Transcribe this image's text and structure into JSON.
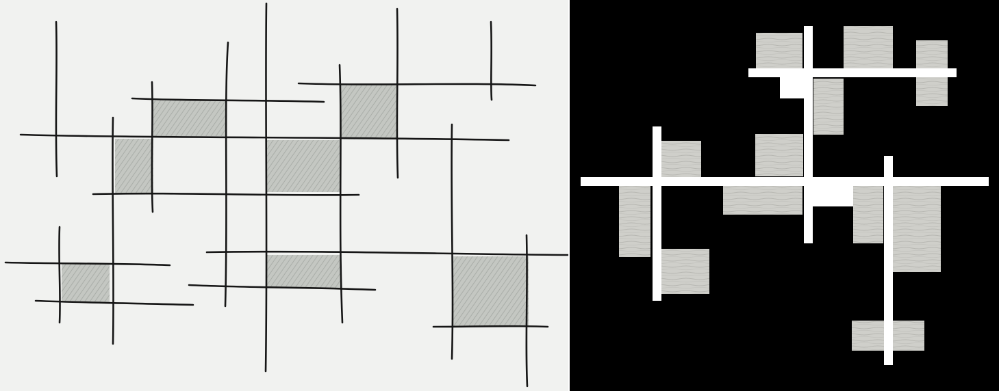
{
  "colors": {
    "paper": "#f1f2f0",
    "ink": "#161616",
    "pencil_shade": "#bcc0bb",
    "plan_background": "#000000",
    "road": "#ffffff",
    "block": "#cfcfca",
    "block_grain": "#b7b7b2"
  },
  "panels": [
    {
      "name": "hand-sketch",
      "style": "ink and pencil on tracing paper"
    },
    {
      "name": "plan-rendering",
      "style": "white lines with wood-textured blocks on black"
    }
  ]
}
